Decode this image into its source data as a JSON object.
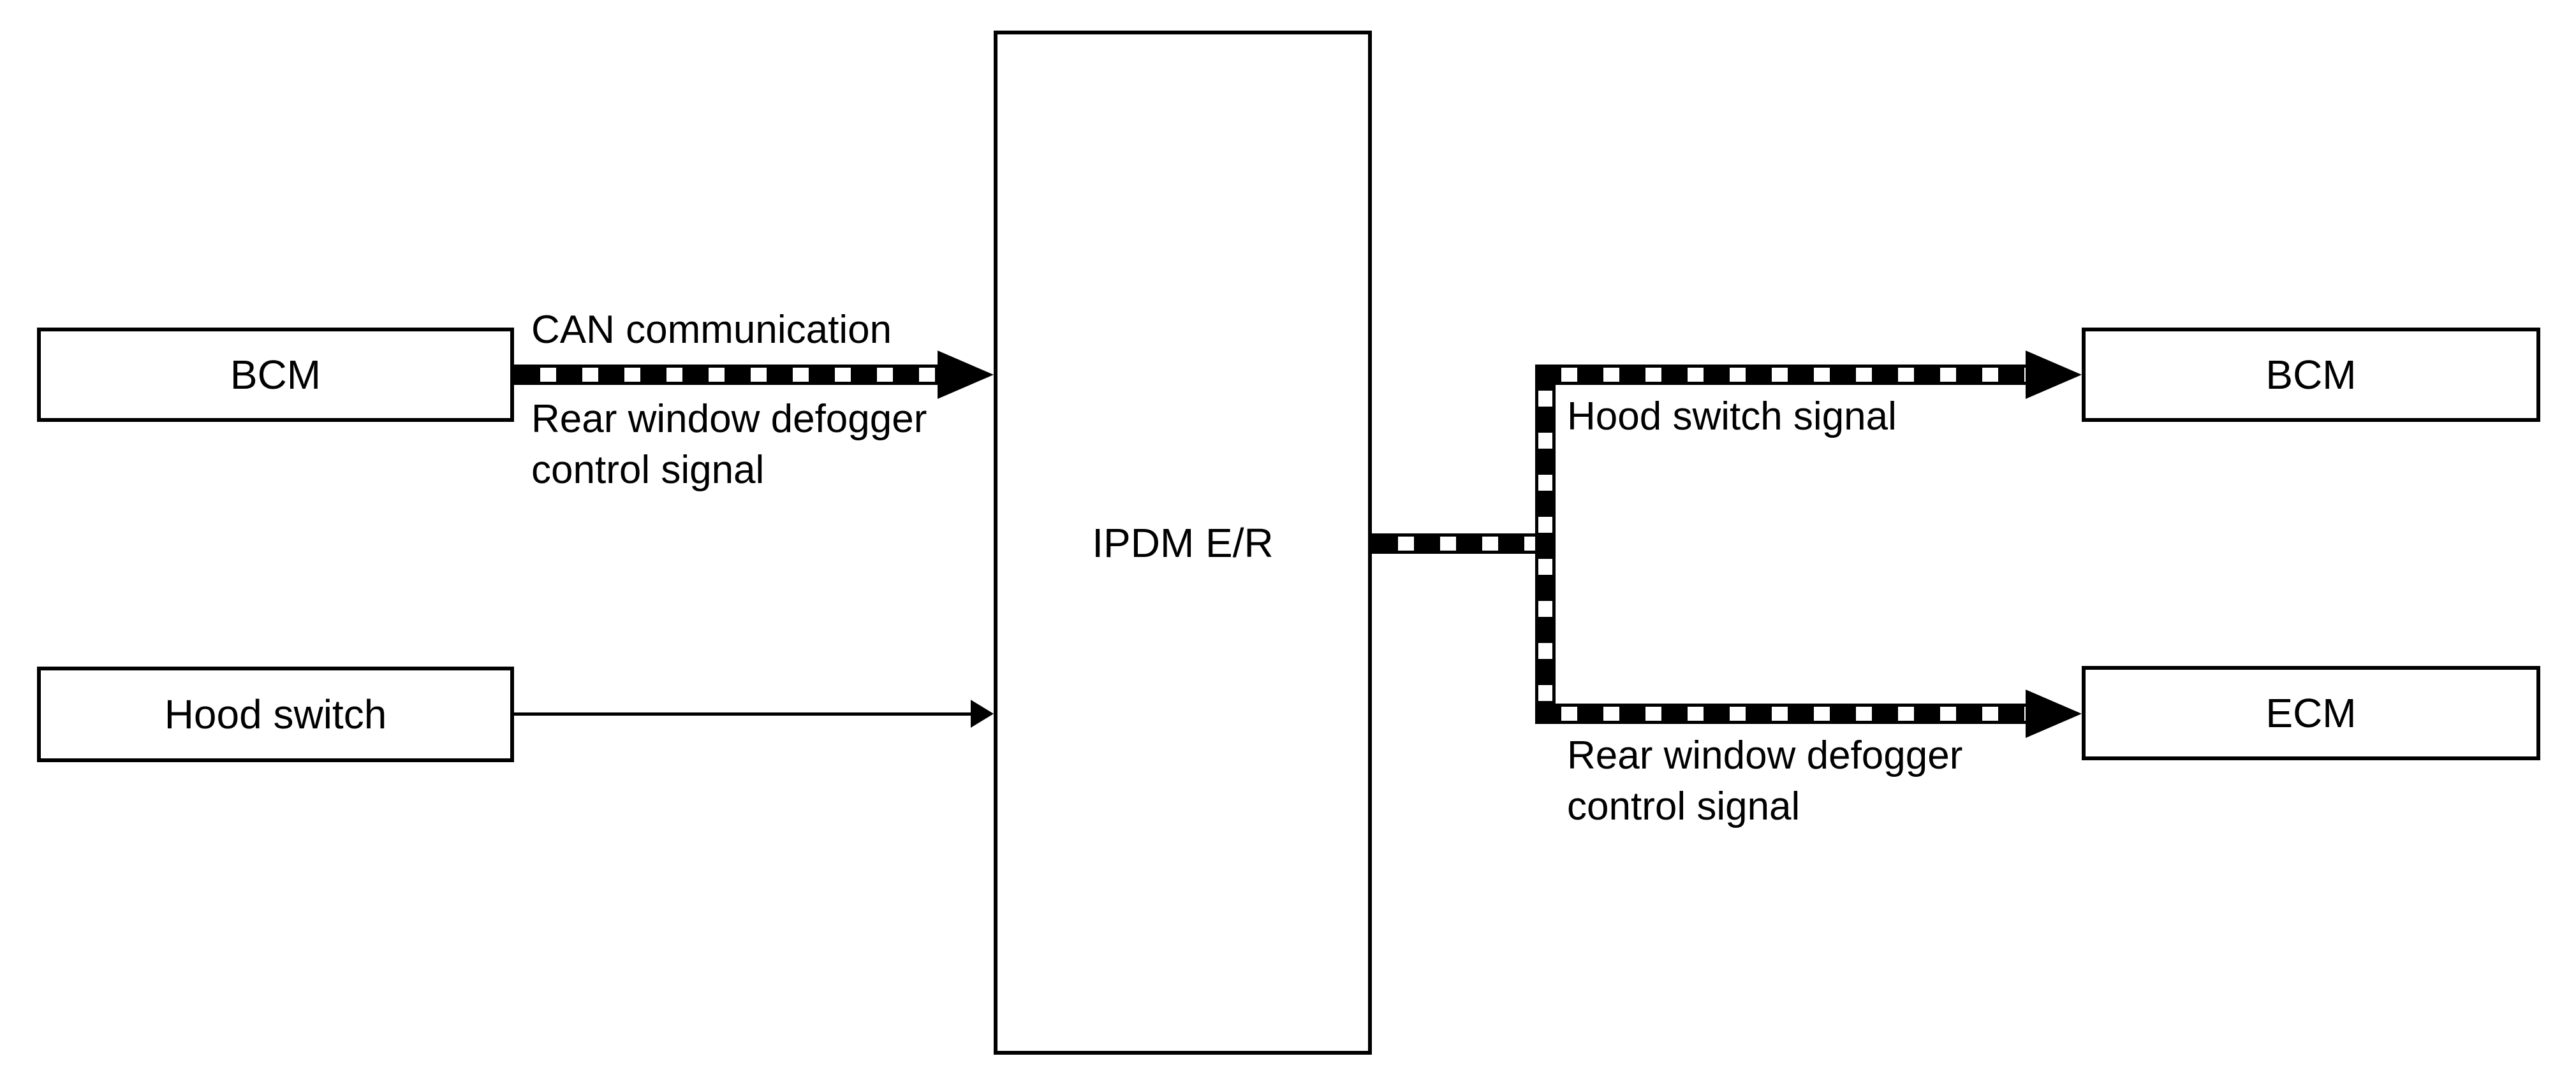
{
  "diagram": {
    "background_color": "#ffffff",
    "line_color": "#000000",
    "boxes": {
      "bcm_left": {
        "label": "BCM"
      },
      "hood_switch": {
        "label": "Hood switch"
      },
      "ipdm": {
        "label": "IPDM E/R"
      },
      "bcm_right": {
        "label": "BCM"
      },
      "ecm": {
        "label": "ECM"
      }
    },
    "labels": {
      "can_communication": "CAN communication",
      "rear_defogger_left": {
        "line1": "Rear window defogger",
        "line2": "control signal"
      },
      "hood_switch_signal": "Hood switch signal",
      "rear_defogger_right": {
        "line1": "Rear window defogger",
        "line2": "control signal"
      }
    },
    "arrows": {
      "can_arrow": {
        "from": "BCM",
        "to": "IPDM E/R",
        "style": "checkered-thick"
      },
      "hood_switch_line": {
        "from": "Hood switch",
        "to": "IPDM E/R",
        "style": "thin-solid"
      },
      "hood_signal_arrow": {
        "from": "IPDM E/R",
        "to": "BCM",
        "style": "checkered-thick"
      },
      "defogger_arrow": {
        "from": "IPDM E/R",
        "to": "ECM",
        "style": "checkered-thick"
      }
    }
  }
}
